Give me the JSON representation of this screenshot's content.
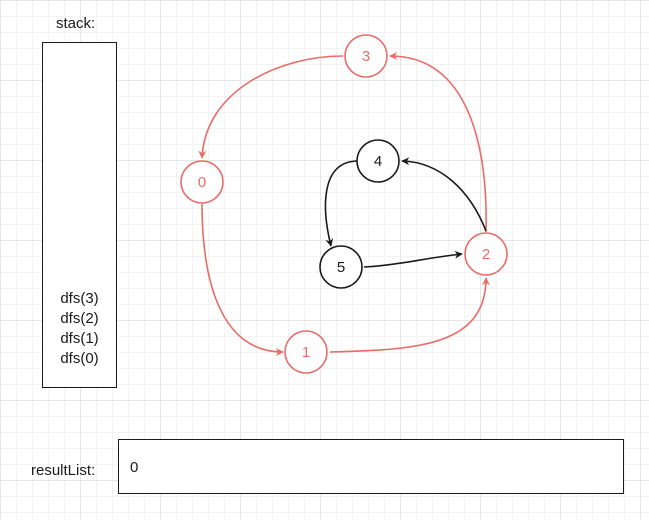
{
  "stack": {
    "label": "stack:",
    "items": [
      "dfs(3)",
      "dfs(2)",
      "dfs(1)",
      "dfs(0)"
    ]
  },
  "result": {
    "label": "resultList:",
    "value": "0"
  },
  "colors": {
    "visited": "#ea6b66",
    "unvisited": "#1a1a1a"
  },
  "graph": {
    "nodes": [
      {
        "id": "0",
        "state": "visited"
      },
      {
        "id": "1",
        "state": "visited"
      },
      {
        "id": "2",
        "state": "visited"
      },
      {
        "id": "3",
        "state": "visited"
      },
      {
        "id": "4",
        "state": "unvisited"
      },
      {
        "id": "5",
        "state": "unvisited"
      }
    ],
    "edges": [
      {
        "from": "0",
        "to": "1",
        "state": "visited"
      },
      {
        "from": "1",
        "to": "2",
        "state": "visited"
      },
      {
        "from": "2",
        "to": "3",
        "state": "visited"
      },
      {
        "from": "3",
        "to": "0",
        "state": "visited"
      },
      {
        "from": "2",
        "to": "4",
        "state": "unvisited"
      },
      {
        "from": "4",
        "to": "5",
        "state": "unvisited"
      },
      {
        "from": "5",
        "to": "2",
        "state": "unvisited"
      }
    ]
  }
}
